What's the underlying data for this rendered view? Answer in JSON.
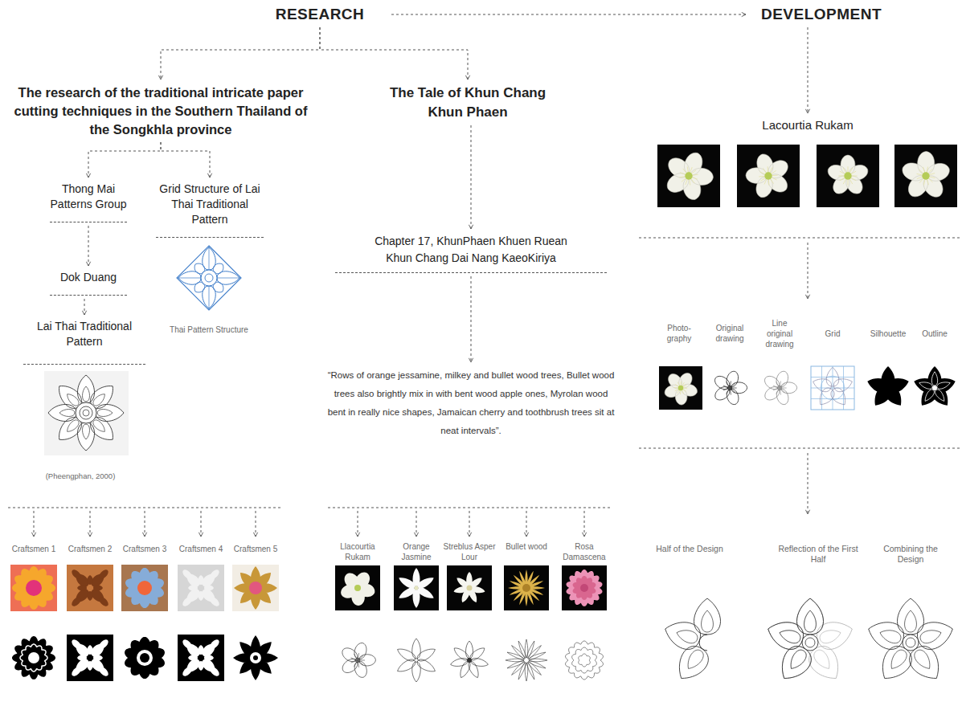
{
  "diagram": {
    "nodes": [
      {
        "text": [
          "RESEARCH"
        ]
      },
      {
        "text": [
          "DEVELOPMENT"
        ]
      },
      {
        "text": [
          "The research of the traditional intricate paper cutting techniques in the Southern Thailand of the Songkhla province"
        ]
      },
      {
        "text": [
          "The Tale of Khun Chang Khun Phaen"
        ]
      },
      {
        "text": [
          "Lacourtia Rukam"
        ]
      },
      {
        "text": [
          "Thong Mai Patterns Group"
        ]
      },
      {
        "text": [
          "Grid Structure of Lai Thai Traditional Pattern"
        ]
      },
      {
        "text": [
          "Chapter 17, KhunPhaen Khuen Ruean Khun Chang Dai Nang KaeoKiriya"
        ]
      },
      {
        "text": [
          "Dok Duang"
        ]
      },
      {
        "text": [
          "Lai Thai Traditional Pattern"
        ]
      },
      {
        "text": [
          "“Rows of orange jessamine, milkey and bullet wood trees, Bullet wood trees also brightly mix in with bent wood apple ones, Myrolan wood bent in really nice shapes, Jamaican cherry and toothbrush trees sit at neat intervals”."
        ]
      }
    ],
    "edges": [
      {
        "from": 0,
        "to": 1,
        "arrow": "to"
      },
      {
        "from": 0,
        "to": 2,
        "arrow": "to"
      },
      {
        "from": 0,
        "to": 3,
        "arrow": "to"
      },
      {
        "from": 1,
        "to": 4,
        "arrow": "to"
      },
      {
        "from": 2,
        "to": 5,
        "arrow": "to"
      },
      {
        "from": 2,
        "to": 6,
        "arrow": "to"
      },
      {
        "from": 5,
        "to": 8,
        "arrow": "to"
      },
      {
        "from": 8,
        "to": 9,
        "arrow": "to"
      },
      {
        "from": 3,
        "to": 7,
        "arrow": "to"
      },
      {
        "from": 7,
        "to": 10,
        "arrow": "to"
      }
    ],
    "labels": [
      "Thai Pattern Structure",
      "(Pheengphan, 2000)",
      "Craftsmen 1",
      "Craftsmen 2",
      "Craftsmen 3",
      "Craftsmen 4",
      "Craftsmen 5",
      "Llacourtia Rukam",
      "Orange Jasmine",
      "Streblus Asper Lour",
      "Bullet wood",
      "Rosa Damascena",
      "Photo-graphy",
      "Original drawing",
      "Line original drawing",
      "Grid",
      "Silhouette",
      "Outline",
      "Half of the Design",
      "Reflection of the First Half",
      "Combining the Design"
    ]
  }
}
